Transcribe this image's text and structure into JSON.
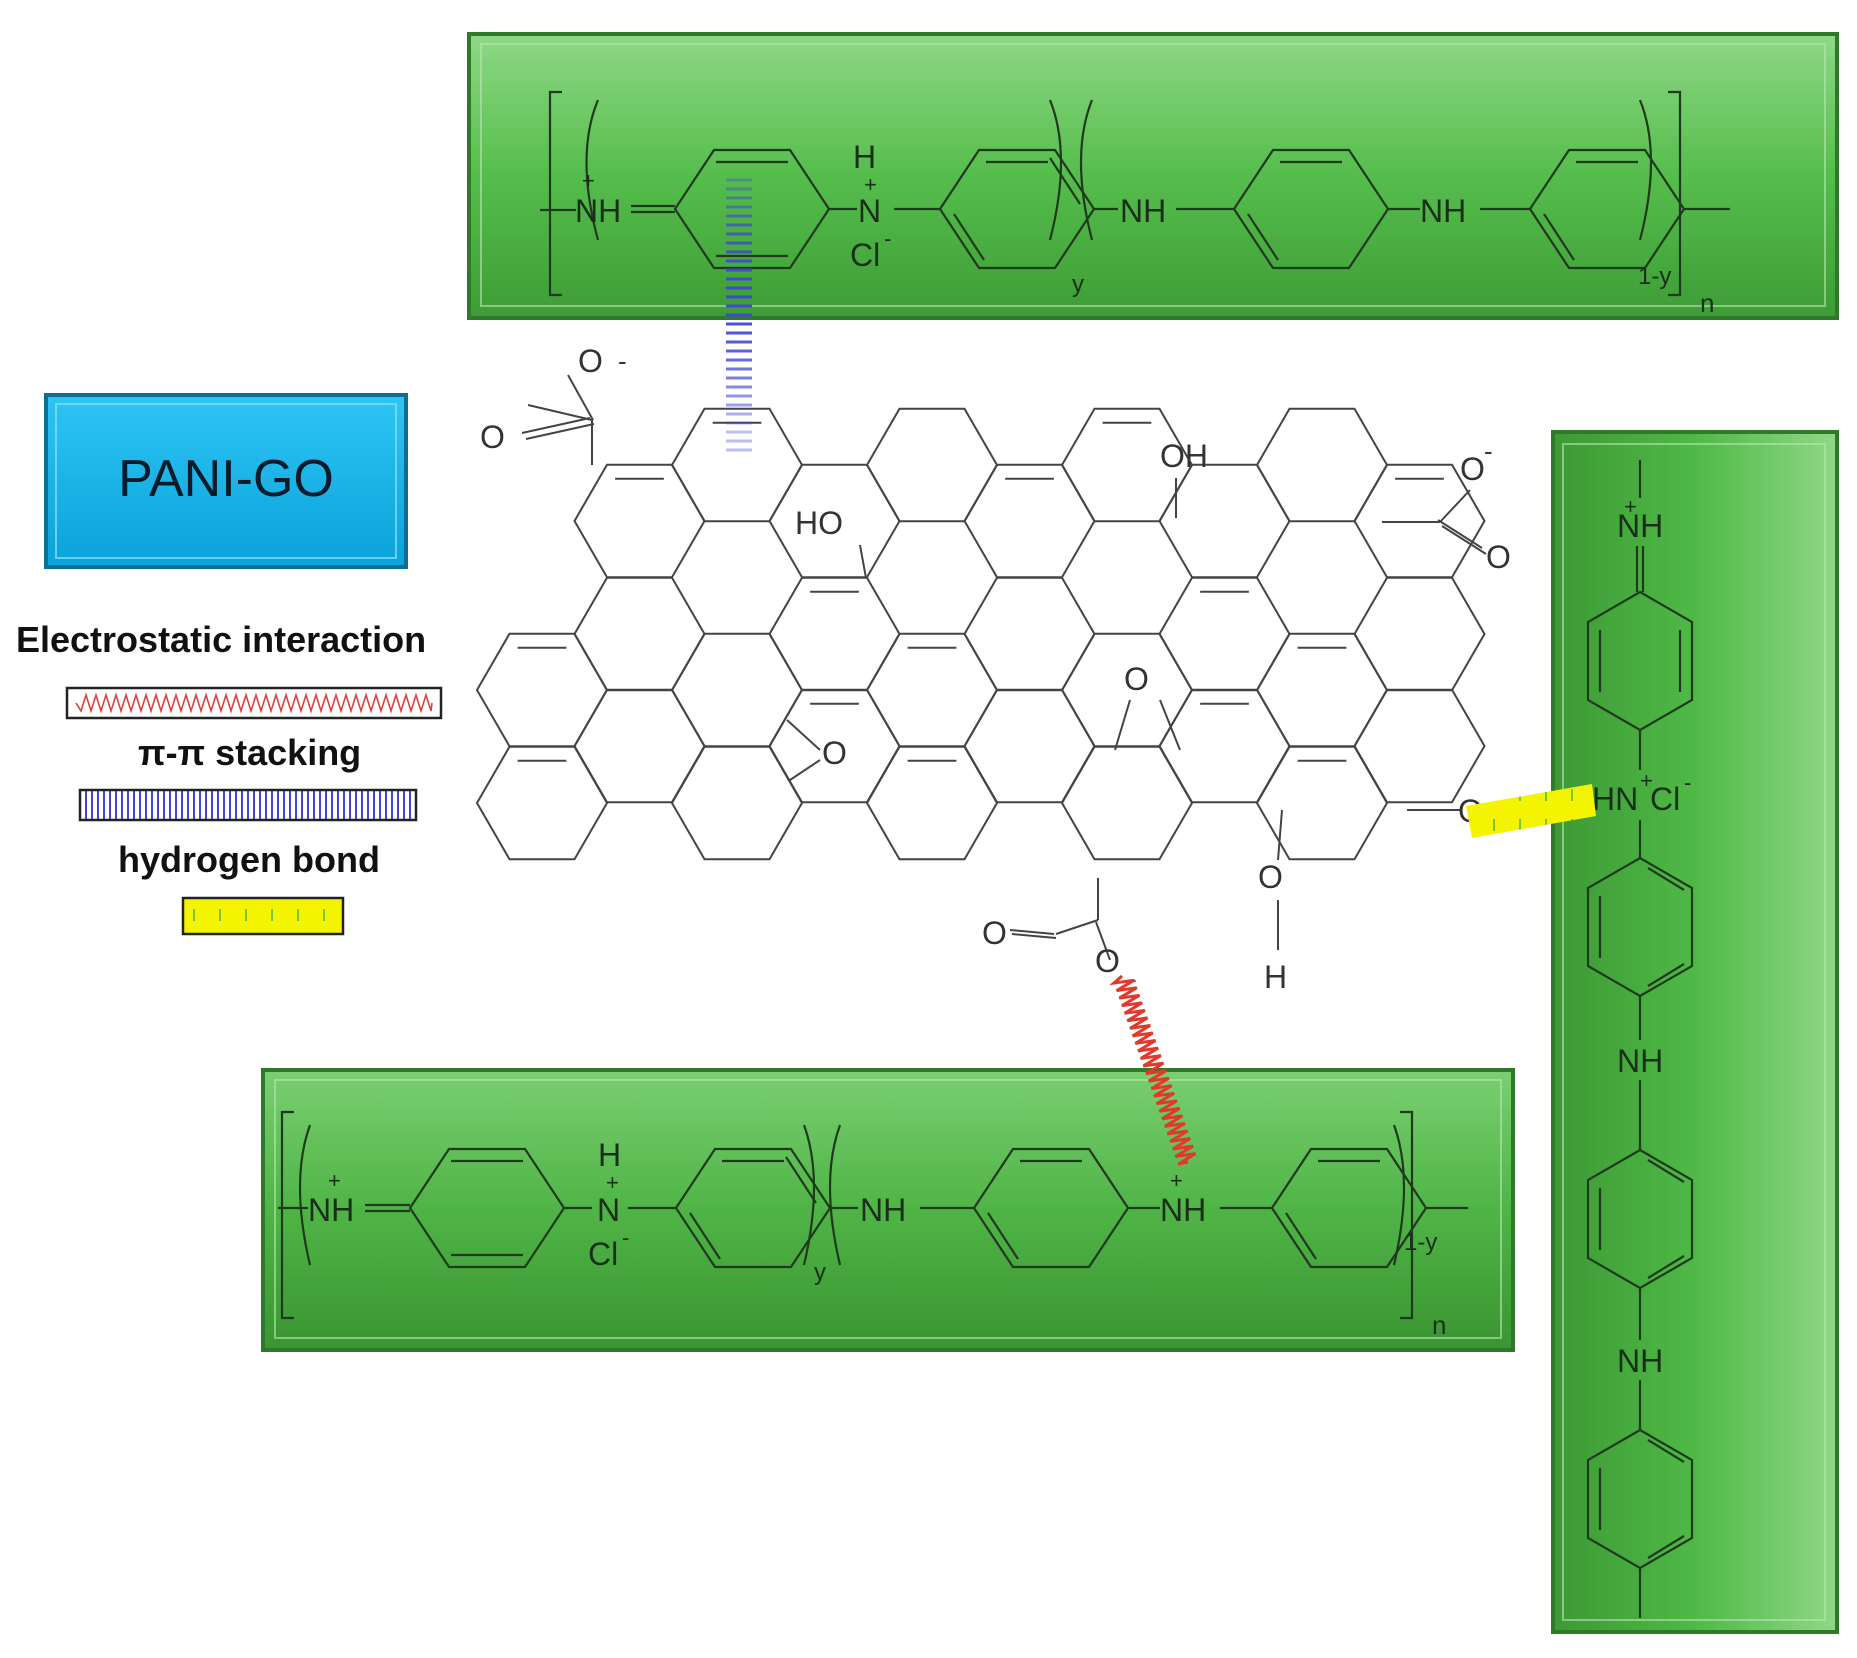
{
  "title_box": {
    "label": "PANI-GO",
    "color": "#14b4ea"
  },
  "legend": [
    {
      "label": "Electrostatic interaction",
      "pattern": "zigzag",
      "color": "#e0403a"
    },
    {
      "label": "π-π stacking",
      "pattern": "vertical-hatch",
      "color": "#3f45d4"
    },
    {
      "label": "hydrogen bond",
      "pattern": "dashed-fill",
      "color": "#f0f000"
    }
  ],
  "colors": {
    "pani_panel": "#52b84a",
    "pani_panel_edge": "#2f7a2a",
    "go_bonds": "#444444",
    "pani_bonds": "#1f3a1c"
  },
  "pani_top": {
    "labels": {
      "nh_plus": "NH",
      "n_plus": "N",
      "h": "H",
      "cl": "Cl",
      "cl_charge": "-",
      "nh_mid": "NH",
      "nh_right": "NH",
      "sub_y": "y",
      "sub_1y": "1-y",
      "sub_n": "n",
      "plus": "+"
    }
  },
  "pani_bottom": {
    "labels": {
      "nh_plus": "NH",
      "n_plus": "N",
      "h": "H",
      "cl": "Cl",
      "cl_charge": "-",
      "nh_mid": "NH",
      "nh_plus_right": "NH",
      "sub_y": "y",
      "sub_1y": "1-y",
      "sub_n": "n",
      "plus": "+"
    }
  },
  "pani_right": {
    "labels": {
      "nh_top": "NH",
      "hn_cl": "HN",
      "cl": "Cl",
      "cl_charge": "-",
      "nh_mid": "NH",
      "nh_low": "NH",
      "plus": "+"
    }
  },
  "go_sheet": {
    "labels": {
      "o_minus_top": "O",
      "o_top": "O",
      "oh_top": "OH",
      "ho_mid": "HO",
      "o_minus_right": "O",
      "o_right": "O",
      "o_epoxide_left": "O",
      "o_epoxide_mid": "O",
      "o_hbond": "O",
      "o_bottom_oh": "O",
      "h_bottom": "H",
      "o_bottom_cooh": "O",
      "o_minus_bottom": "O",
      "minus": "-"
    }
  }
}
